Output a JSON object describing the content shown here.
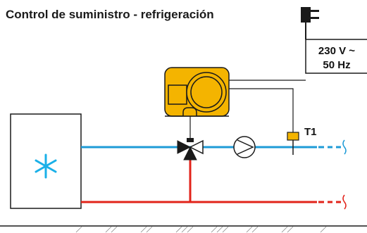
{
  "title": "Control de suministro - refrigeración",
  "power_supply": {
    "voltage": "230 V ~",
    "frequency": "50 Hz"
  },
  "sensor": {
    "label": "T1"
  },
  "colors": {
    "supply_line": "#1e9bd7",
    "return_line": "#e2231a",
    "controller_body": "#f4b400",
    "snowflake": "#1ab0e8",
    "outline": "#1a1a1a"
  },
  "icons": {
    "unit": "snowflake-icon",
    "power": "power-plug-icon",
    "valve": "three-way-valve-icon",
    "pump": "pump-icon"
  }
}
